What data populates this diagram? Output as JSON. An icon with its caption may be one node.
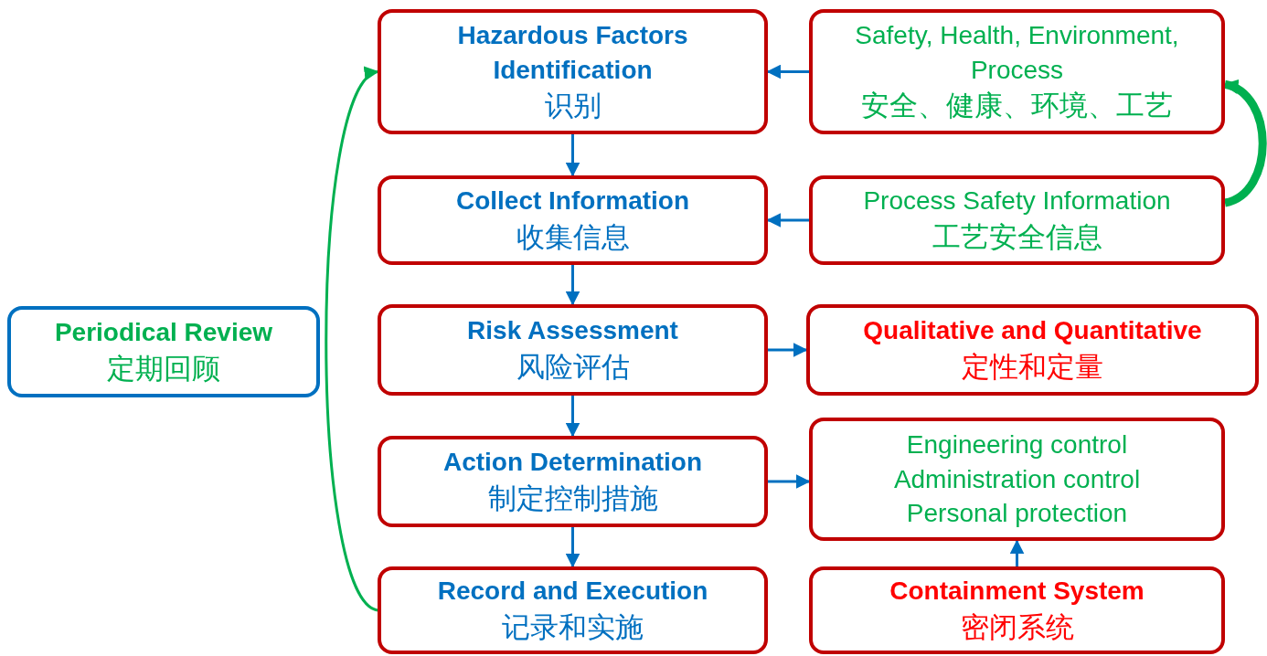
{
  "diagram": {
    "nodes": [
      {
        "text": [
          "Hazardous Factors Identification",
          "识别"
        ]
      },
      {
        "text": [
          "Safety, Health, Environment, Process",
          "安全、健康、环境、工艺"
        ]
      },
      {
        "text": [
          "Collect Information",
          "收集信息"
        ]
      },
      {
        "text": [
          "Process Safety Information",
          "工艺安全信息"
        ]
      },
      {
        "text": [
          "Periodical Review",
          "定期回顾"
        ]
      },
      {
        "text": [
          "Risk Assessment",
          "风险评估"
        ]
      },
      {
        "text": [
          "Qualitative and Quantitative",
          "定性和定量"
        ]
      },
      {
        "text": [
          "Action Determination",
          "制定控制措施"
        ]
      },
      {
        "text": [
          "Engineering control",
          "Administration control",
          "Personal protection"
        ]
      },
      {
        "text": [
          "Record and Execution",
          "记录和实施"
        ]
      },
      {
        "text": [
          "Containment System",
          "密闭系统"
        ]
      }
    ],
    "edges": [
      {
        "from": 1,
        "to": 0,
        "arrow": "to"
      },
      {
        "from": 3,
        "to": 2,
        "arrow": "to"
      },
      {
        "from": 3,
        "to": 1,
        "arrow": "to",
        "style": "thick",
        "color": "#00b050"
      },
      {
        "from": 0,
        "to": 2,
        "arrow": "to"
      },
      {
        "from": 2,
        "to": 5,
        "arrow": "to"
      },
      {
        "from": 5,
        "to": 6,
        "arrow": "to"
      },
      {
        "from": 5,
        "to": 7,
        "arrow": "to"
      },
      {
        "from": 7,
        "to": 8,
        "arrow": "to"
      },
      {
        "from": 7,
        "to": 9,
        "arrow": "to"
      },
      {
        "from": 10,
        "to": 8,
        "arrow": "to"
      },
      {
        "from": 9,
        "to": 0,
        "arrow": "to",
        "color": "#00b050"
      }
    ]
  }
}
